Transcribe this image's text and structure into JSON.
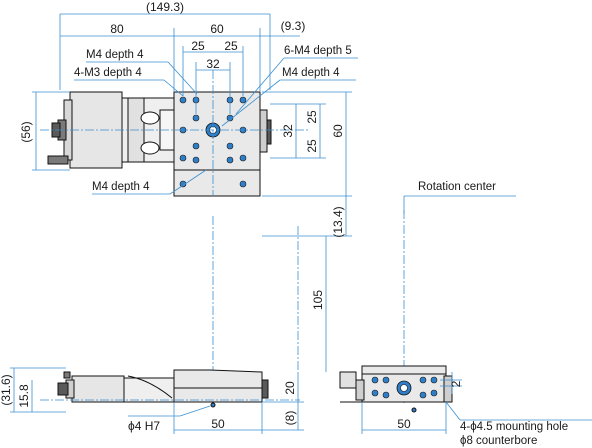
{
  "top_view": {
    "dims": {
      "total_width": "(149.3)",
      "motor_length": "80",
      "stage_width": "60",
      "offset": "(9.3)",
      "hole_pitch_a": "25",
      "hole_pitch_b": "25",
      "hole_pitch_inner": "32",
      "height_56": "(56)",
      "height_60": "60",
      "right_25_top": "25",
      "right_25_bottom": "25",
      "right_32": "32",
      "offset_13_4": "(13.4)",
      "length_105": "105"
    },
    "callouts": {
      "m4_depth4_top": "M4 depth 4",
      "m3_depth4": "4-M3 depth 4",
      "m4_depth5": "6-M4 depth 5",
      "m4_depth4_right": "M4 depth 4",
      "m4_depth4_bottom": "M4 depth 4"
    }
  },
  "side_view": {
    "dims": {
      "h_31_6": "(31.6)",
      "h_15_8": "15.8",
      "h_20": "20",
      "h_8": "(8)",
      "w_50": "50",
      "pin": "ϕ4 H7"
    }
  },
  "end_view": {
    "rotation_label": "Rotation center",
    "dims": {
      "h_2": "2",
      "w_50": "50"
    },
    "callouts": {
      "mounting_hole": "4-ϕ4.5 mounting hole",
      "counterbore": "ϕ8 counterbore"
    }
  },
  "colors": {
    "dimension_lines": "#3a8fd0",
    "part_fill": "#e6e6e6",
    "part_dark": "#5a5a5a",
    "hole_blue": "#2f7fc8"
  }
}
